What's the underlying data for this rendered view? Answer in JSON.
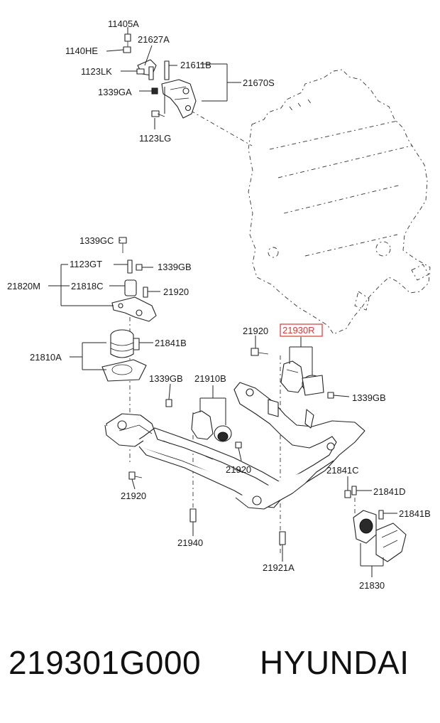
{
  "diagram": {
    "callouts": {
      "c11405A": "11405A",
      "c1140HE": "1140HE",
      "c21627A": "21627A",
      "c1123LK": "1123LK",
      "c21611B": "21611B",
      "c1339GA": "1339GA",
      "c21670S": "21670S",
      "c1123LG": "1123LG",
      "c1339GC": "1339GC",
      "c1123GT": "1123GT",
      "c1339GB_top": "1339GB",
      "c21820M": "21820M",
      "c21818C": "21818C",
      "c21920_top": "21920",
      "c21841B_top": "21841B",
      "c21810A": "21810A",
      "c21920_mid": "21920",
      "c21930R": "21930R",
      "c1339GB_right": "1339GB",
      "c1339GB_left": "1339GB",
      "c21910B": "21910B",
      "c21920_center": "21920",
      "c21920_bottom": "21920",
      "c21940": "21940",
      "c21921A": "21921A",
      "c21841C": "21841C",
      "c21841D": "21841D",
      "c21841B_bottom": "21841B",
      "c21830": "21830"
    },
    "highlight_color": "#d23a3a"
  },
  "footer": {
    "part_number": "219301G000",
    "brand": "HYUNDAI"
  }
}
